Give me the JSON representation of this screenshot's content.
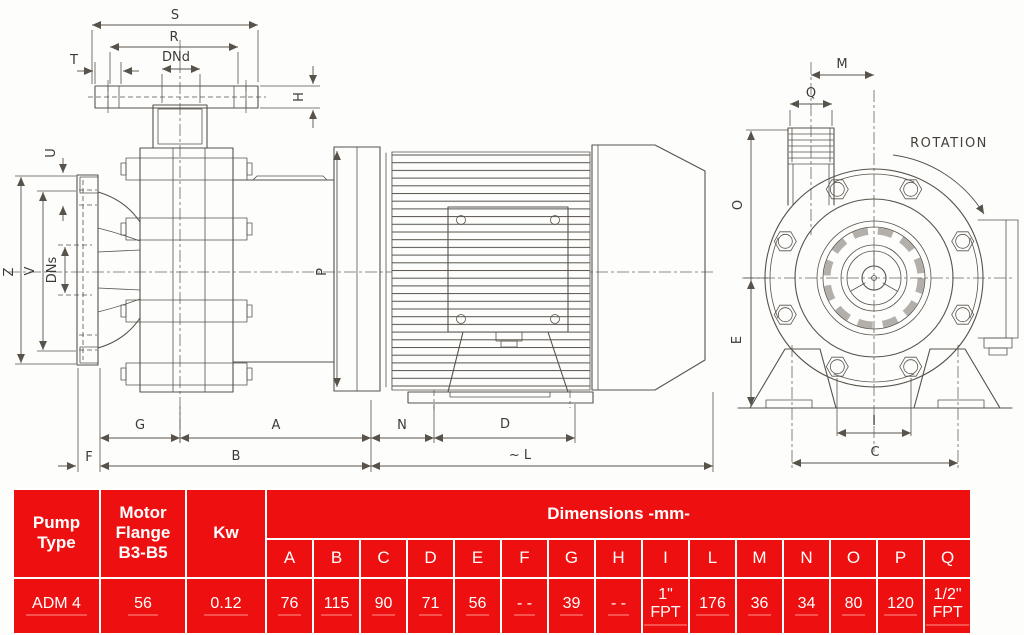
{
  "drawing": {
    "labels": {
      "s": "S",
      "r": "R",
      "t": "T",
      "dnd": "DNd",
      "h": "H",
      "u": "U",
      "z": "Z",
      "v": "V",
      "dns": "DNs",
      "p": "P",
      "g": "G",
      "a": "A",
      "n": "N",
      "d": "D",
      "f": "F",
      "b": "B",
      "l": "~ L",
      "m": "M",
      "q": "Q",
      "o": "O",
      "e": "E",
      "i": "I",
      "c": "C"
    },
    "rotation_label": "ROTATION"
  },
  "table": {
    "headers": {
      "pump_type": "Pump Type",
      "motor_flange": "Motor Flange B3-B5",
      "kw": "Kw",
      "dimensions": "Dimensions -mm-"
    },
    "dimension_columns": [
      "A",
      "B",
      "C",
      "D",
      "E",
      "F",
      "G",
      "H",
      "I",
      "L",
      "M",
      "N",
      "O",
      "P",
      "Q"
    ],
    "row": {
      "pump_type": "ADM 4",
      "motor_flange": "56",
      "kw": "0.12",
      "values": [
        "76",
        "115",
        "90",
        "71",
        "56",
        "- -",
        "39",
        "- -",
        "1\" FPT",
        "176",
        "36",
        "34",
        "80",
        "120",
        "1/2\" FPT"
      ]
    }
  },
  "colors": {
    "table_red": "#ee1010",
    "table_text": "#ffffff",
    "line": "#57534b",
    "background": "#fdfdfc"
  }
}
